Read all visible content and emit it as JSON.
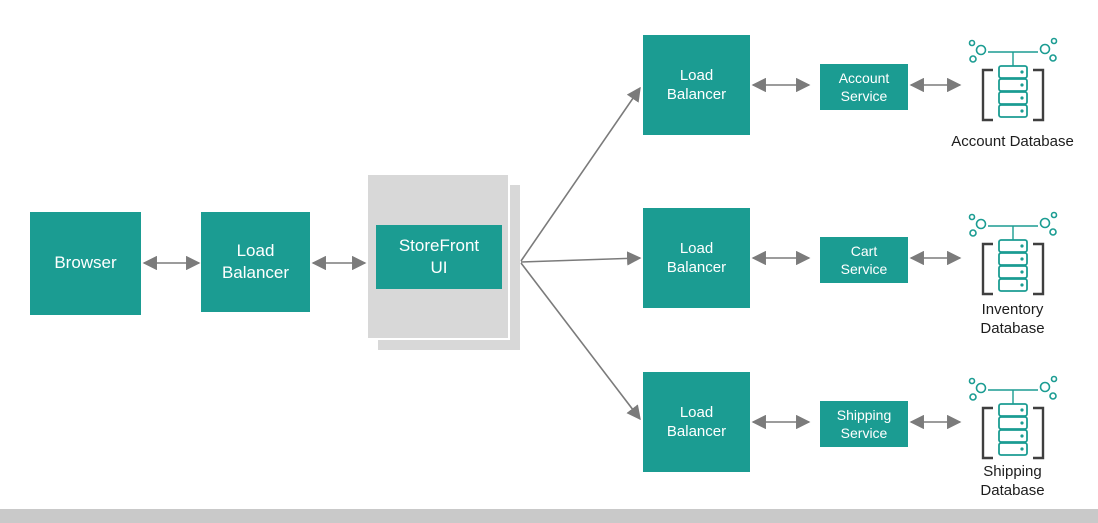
{
  "colors": {
    "teal": "#1b9c92",
    "card": "#d8d8d8",
    "arrow": "#7b7b7b"
  },
  "nodes": {
    "browser": "Browser",
    "main_load_balancer": "Load Balancer",
    "storefront": "StoreFront UI"
  },
  "rows": [
    {
      "load_balancer": "Load Balancer",
      "service": "Account Service",
      "database": "Account Database"
    },
    {
      "load_balancer": "Load Balancer",
      "service": "Cart Service",
      "database": "Inventory Database"
    },
    {
      "load_balancer": "Load Balancer",
      "service": "Shipping Service",
      "database": "Shipping Database"
    }
  ]
}
